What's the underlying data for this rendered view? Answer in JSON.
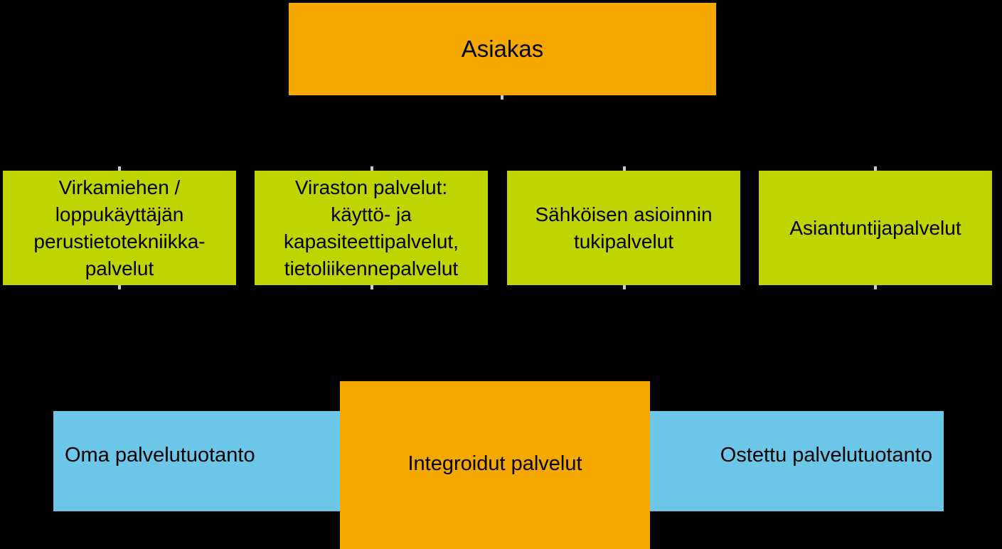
{
  "colors": {
    "background": "#000000",
    "orange": "#f5a800",
    "green": "#bfd400",
    "blue": "#6cc6e8",
    "text": "#000000"
  },
  "diagram": {
    "top": {
      "label": "Asiakas"
    },
    "services": [
      {
        "lines": [
          "Virkamiehen /",
          "loppukäyttäjän",
          "perustietotekniikka-",
          "palvelut"
        ]
      },
      {
        "lines": [
          "Viraston palvelut:",
          "käyttö- ja",
          "kapasiteettipalvelut,",
          "tietoliikennepalvelut"
        ]
      },
      {
        "lines": [
          "Sähköisen asioinnin",
          "tukipalvelut"
        ]
      },
      {
        "lines": [
          "Asiantuntijapalvelut"
        ]
      }
    ],
    "bottom": {
      "own": "Oma palvelutuotanto",
      "integrated": "Integroidut palvelut",
      "purchased": "Ostettu palvelutuotanto"
    }
  }
}
